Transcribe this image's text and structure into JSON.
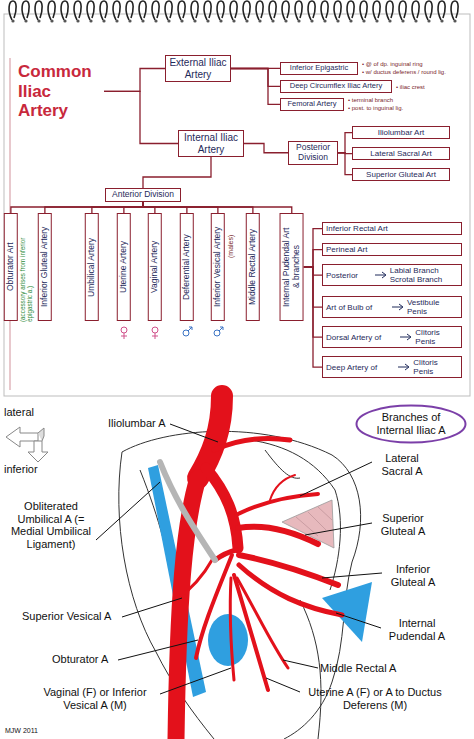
{
  "diagram": {
    "nodes": [
      {
        "text": [
          "Common Iliac Artery"
        ]
      },
      {
        "text": [
          "External Iliac Artery"
        ]
      },
      {
        "text": [
          "Inferior Epigastric"
        ]
      },
      {
        "text": [
          "Deep Circumflex Iliac Artery"
        ]
      },
      {
        "text": [
          "Femoral Artery"
        ]
      },
      {
        "text": [
          "Internal Iliac Artery"
        ]
      },
      {
        "text": [
          "Posterior Division"
        ]
      },
      {
        "text": [
          "Iliolumbar Art"
        ]
      },
      {
        "text": [
          "Lateral Sacral Art"
        ]
      },
      {
        "text": [
          "Superior Gluteal Art"
        ]
      },
      {
        "text": [
          "Anterior Division"
        ]
      },
      {
        "text": [
          "Obturator Art"
        ]
      },
      {
        "text": [
          "Inferior Gluteal Artery"
        ]
      },
      {
        "text": [
          "Umbilical Artery"
        ]
      },
      {
        "text": [
          "Uterine Artery"
        ]
      },
      {
        "text": [
          "Vaginal Artery"
        ]
      },
      {
        "text": [
          "Deferential Artery"
        ]
      },
      {
        "text": [
          "Inferior Vesical Artery"
        ]
      },
      {
        "text": [
          "Middle Rectal Artery"
        ]
      },
      {
        "text": [
          "Internal Pudendal Art",
          "& branches"
        ]
      },
      {
        "text": [
          "Inferior Rectal Art"
        ]
      },
      {
        "text": [
          "Perineal Art"
        ]
      },
      {
        "text": [
          "Posterior",
          "Labial Branch",
          "Scrotal Branch"
        ]
      },
      {
        "text": [
          "Art of Bulb of",
          "Vestibule",
          "Penis"
        ]
      },
      {
        "text": [
          "Dorsal Artery of",
          "Clitoris",
          "Penis"
        ]
      },
      {
        "text": [
          "Deep Artery of",
          "Clitoris",
          "Penis"
        ]
      },
      {
        "text": [
          "Branches of Internal Iliac A"
        ]
      }
    ],
    "edges": [
      {
        "from": 0,
        "to": 1,
        "arrow": "none"
      },
      {
        "from": 0,
        "to": 5,
        "arrow": "none"
      },
      {
        "from": 1,
        "to": 2,
        "arrow": "none"
      },
      {
        "from": 1,
        "to": 3,
        "arrow": "none"
      },
      {
        "from": 1,
        "to": 4,
        "arrow": "none"
      },
      {
        "from": 5,
        "to": 6,
        "arrow": "none"
      },
      {
        "from": 5,
        "to": 10,
        "arrow": "none"
      },
      {
        "from": 6,
        "to": 7,
        "arrow": "none"
      },
      {
        "from": 6,
        "to": 8,
        "arrow": "none"
      },
      {
        "from": 6,
        "to": 9,
        "arrow": "none"
      },
      {
        "from": 10,
        "to": 11,
        "arrow": "none"
      },
      {
        "from": 10,
        "to": 12,
        "arrow": "none"
      },
      {
        "from": 10,
        "to": 13,
        "arrow": "none"
      },
      {
        "from": 10,
        "to": 14,
        "arrow": "none"
      },
      {
        "from": 10,
        "to": 15,
        "arrow": "none"
      },
      {
        "from": 10,
        "to": 16,
        "arrow": "none"
      },
      {
        "from": 10,
        "to": 17,
        "arrow": "none"
      },
      {
        "from": 10,
        "to": 18,
        "arrow": "none"
      },
      {
        "from": 10,
        "to": 19,
        "arrow": "none"
      },
      {
        "from": 19,
        "to": 20,
        "arrow": "none"
      },
      {
        "from": 19,
        "to": 21,
        "arrow": "none"
      },
      {
        "from": 19,
        "to": 22,
        "arrow": "none"
      },
      {
        "from": 19,
        "to": 23,
        "arrow": "none"
      },
      {
        "from": 19,
        "to": 24,
        "arrow": "none"
      },
      {
        "from": 19,
        "to": 25,
        "arrow": "none"
      }
    ],
    "labels": [
      "• @ of dp. inguinal ring",
      "• w/ ductus deferens / round lig.",
      "• iliac crest",
      "• terminal branch",
      "• post. to inguinal lig.",
      "(accessory arises from inferior epigastric a.)",
      "(males)",
      "lateral",
      "inferior",
      "Iliolumbar A",
      "Lateral Sacral A",
      "Superior Gluteal A",
      "Inferior Gluteal A",
      "Internal Pudendal A",
      "Middle Rectal A",
      "Uterine A (F) or A to Ductus Deferens (M)",
      "Vaginal (F) or Inferior Vesical A (M)",
      "Obturator A",
      "Superior Vesical A",
      "Obliterated Umbilical A (= Medial Umbilical Ligament)",
      "MJW 2011"
    ]
  }
}
